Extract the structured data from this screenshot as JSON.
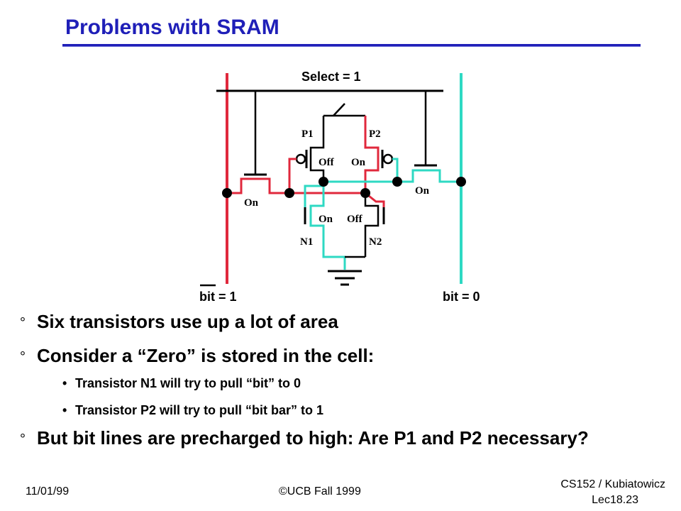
{
  "slide": {
    "title": "Problems with SRAM",
    "footer_date": "11/01/99",
    "footer_center": "©UCB Fall 1999",
    "footer_course": "CS152 / Kubiatowicz",
    "footer_lecture": "Lec18.23"
  },
  "diagram": {
    "select_label": "Select = 1",
    "bitbar_label": "bit = 1",
    "bit_label": "bit = 0",
    "transistors": {
      "p1": "P1",
      "p2": "P2",
      "n1": "N1",
      "n2": "N2",
      "p1_state": "Off",
      "p2_state": "On",
      "n1_state": "On",
      "n2_state": "Off",
      "left_access_state": "On",
      "right_access_state": "On"
    },
    "colors": {
      "one": "#e0283c",
      "zero": "#2ed9c3",
      "wire": "#000000",
      "title": "#1f1fb8"
    }
  },
  "bullets": [
    {
      "text": "Six transistors use up a lot of area",
      "sub": []
    },
    {
      "text": "Consider a “Zero” is stored in the cell:",
      "sub": [
        "Transistor N1 will try to pull “bit” to 0",
        "Transistor P2 will try to pull “bit bar” to 1"
      ]
    },
    {
      "text": "But bit lines are precharged to high: Are P1 and P2 necessary?",
      "sub": []
    }
  ]
}
